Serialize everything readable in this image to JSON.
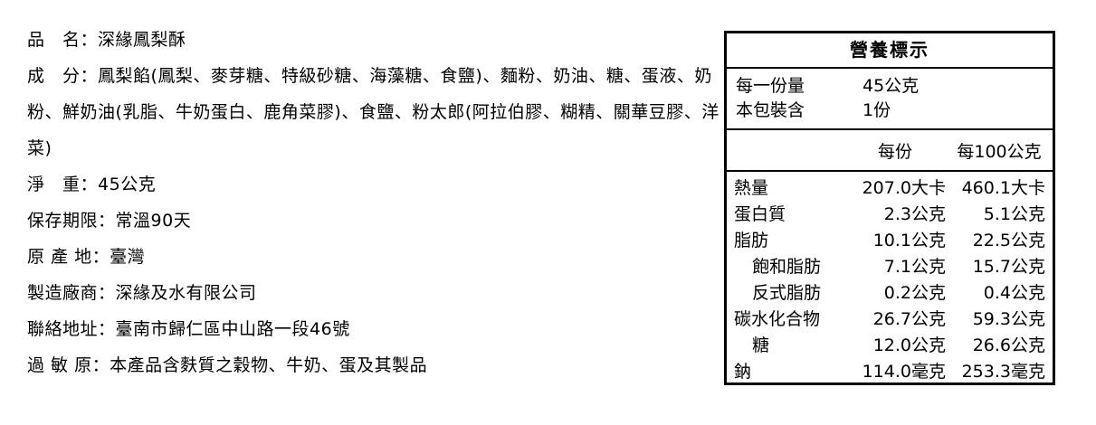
{
  "product_info": {
    "fields": [
      {
        "label": "品　名：",
        "value": "深緣鳳梨酥"
      },
      {
        "label": "成　分：",
        "value": "鳳梨餡(鳳梨、麥芽糖、特級砂糖、海藻糖、食鹽)、麵粉、奶油、糖、蛋液、奶粉、鮮奶油(乳脂、牛奶蛋白、鹿角菜膠)、食鹽、粉太郎(阿拉伯膠、糊精、關華豆膠、洋菜)"
      },
      {
        "label": "淨　重：",
        "value": "45公克"
      },
      {
        "label": "保存期限：",
        "value": "常溫90天"
      },
      {
        "label": "原 產 地：",
        "value": "臺灣"
      },
      {
        "label": "製造廠商：",
        "value": "深緣及水有限公司"
      },
      {
        "label": "聯絡地址：",
        "value": "臺南市歸仁區中山路一段46號"
      },
      {
        "label": "過 敏 原：",
        "value": "本產品含麩質之穀物、牛奶、蛋及其製品"
      }
    ]
  },
  "nutrition": {
    "title": "營養標示",
    "serving_size_label": "每一份量",
    "serving_size_value": "45公克",
    "servings_label": "本包裝含",
    "servings_value": "1份",
    "col_per_serving": "每份",
    "col_per_100g": "每100公克",
    "rows": [
      {
        "name": "熱量",
        "per_serving": "207.0大卡",
        "per_100g": "460.1大卡"
      },
      {
        "name": "蛋白質",
        "per_serving": "2.3公克",
        "per_100g": "5.1公克"
      },
      {
        "name": "脂肪",
        "per_serving": "10.1公克",
        "per_100g": "22.5公克"
      },
      {
        "name": "飽和脂肪",
        "per_serving": "7.1公克",
        "per_100g": "15.7公克"
      },
      {
        "name": "反式脂肪",
        "per_serving": "0.2公克",
        "per_100g": "0.4公克"
      },
      {
        "name": "碳水化合物",
        "per_serving": "26.7公克",
        "per_100g": "59.3公克"
      },
      {
        "name": "糖",
        "per_serving": "12.0公克",
        "per_100g": "26.6公克"
      },
      {
        "name": "鈉",
        "per_serving": "114.0毫克",
        "per_100g": "253.3毫克"
      }
    ]
  }
}
